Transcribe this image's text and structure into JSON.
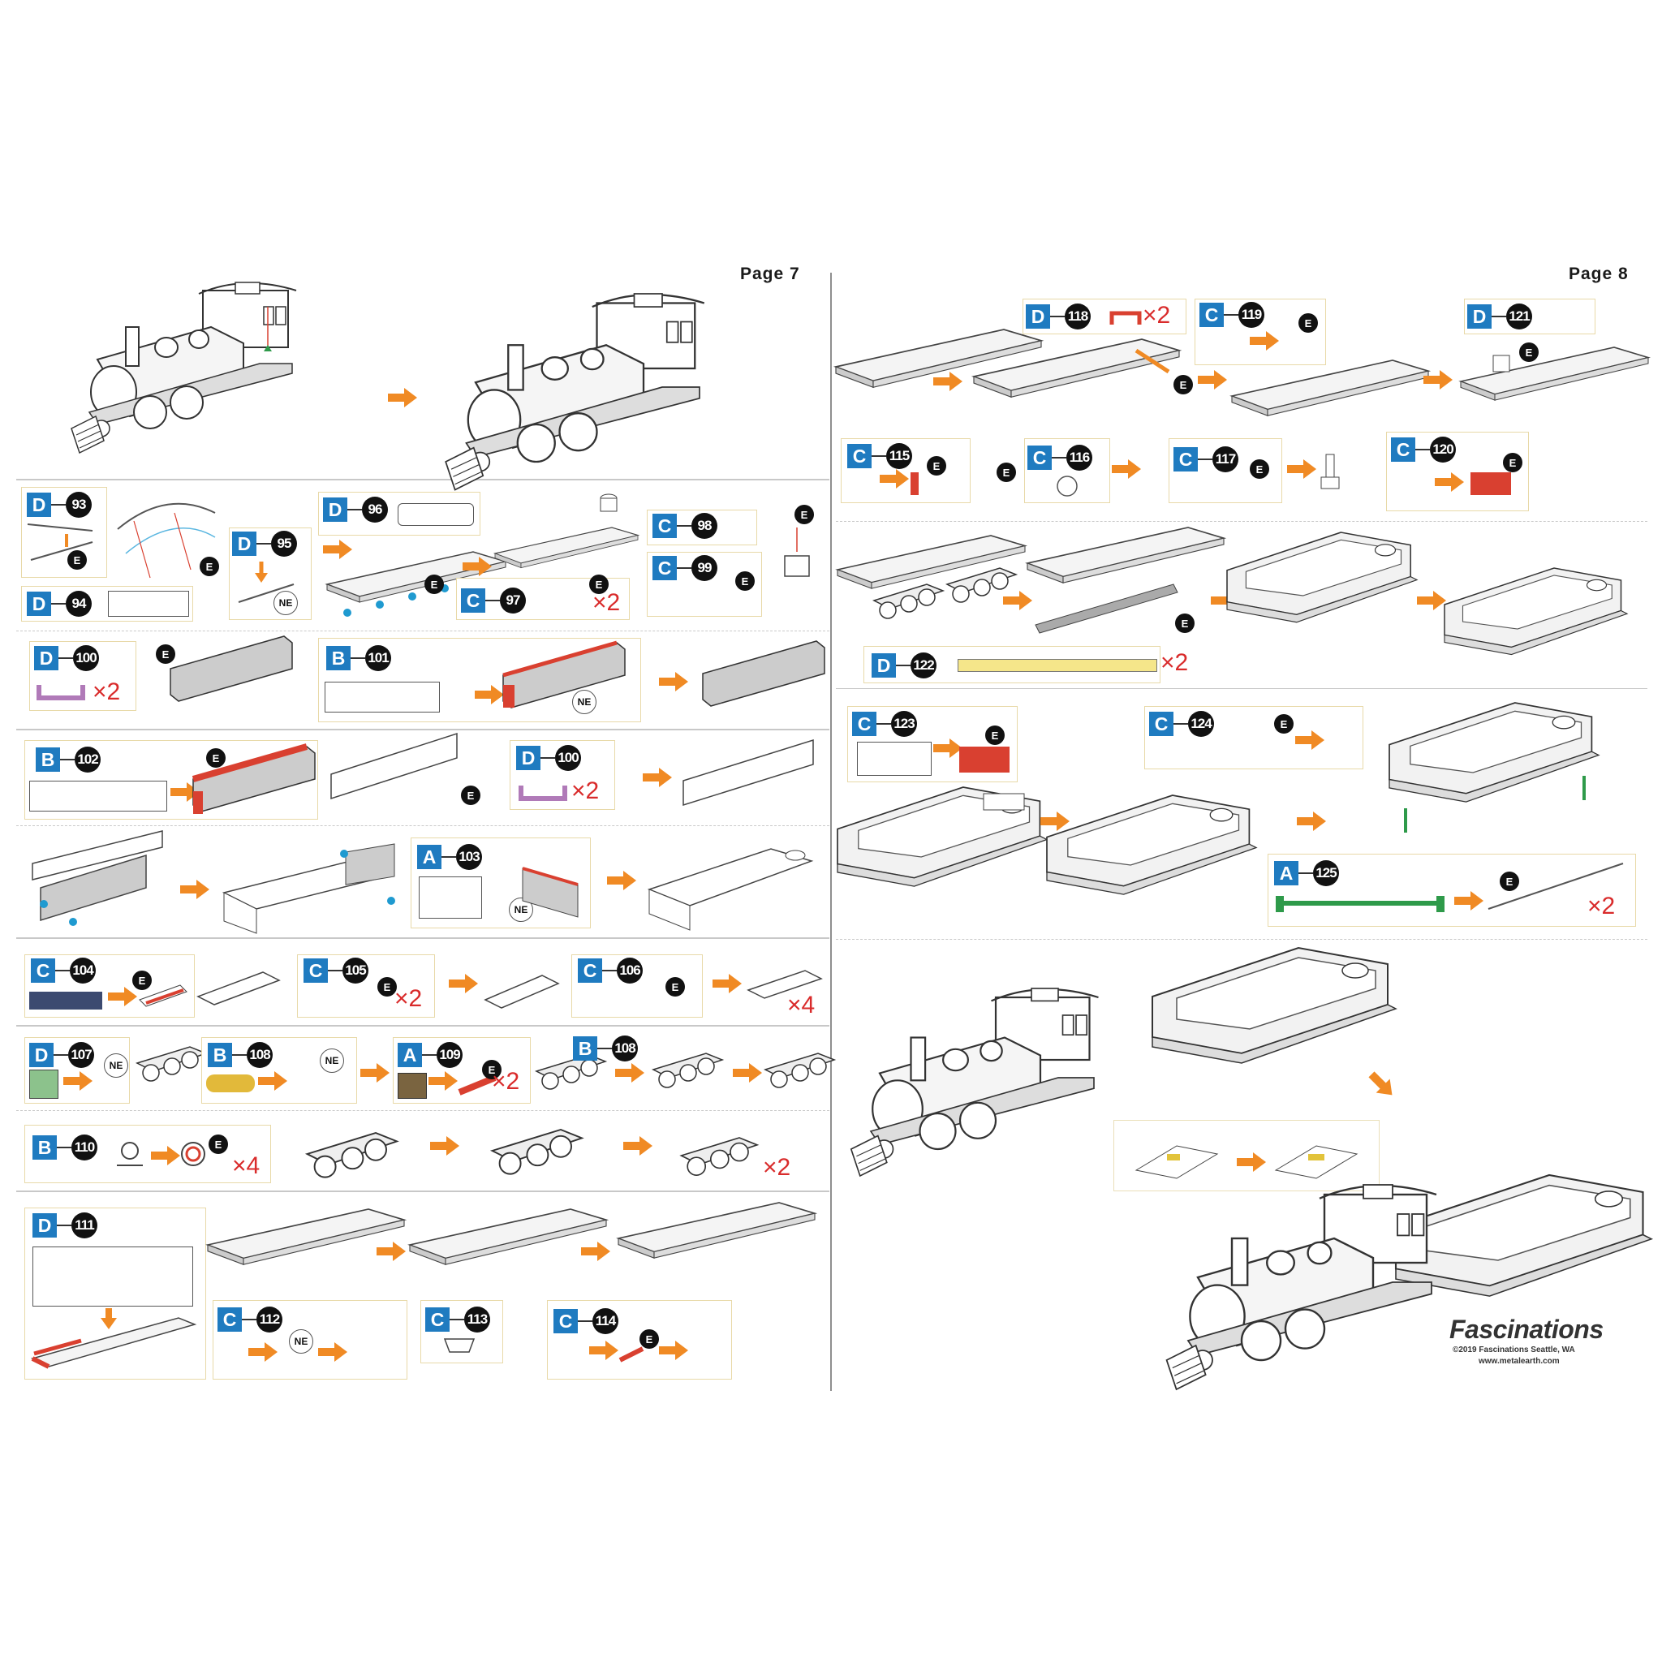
{
  "pages": {
    "left": "Page 7",
    "right": "Page 8"
  },
  "labels": {
    "E": "E",
    "NE": "NE"
  },
  "multipliers": {
    "x2": "×2",
    "x4": "×4"
  },
  "watermark": "FASCINATIONS",
  "steps": {
    "s93": {
      "sheet": "D",
      "num": "93"
    },
    "s94": {
      "sheet": "D",
      "num": "94"
    },
    "s95": {
      "sheet": "D",
      "num": "95"
    },
    "s96": {
      "sheet": "D",
      "num": "96"
    },
    "s97": {
      "sheet": "C",
      "num": "97"
    },
    "s98": {
      "sheet": "C",
      "num": "98"
    },
    "s99": {
      "sheet": "C",
      "num": "99"
    },
    "s100a": {
      "sheet": "D",
      "num": "100"
    },
    "s101": {
      "sheet": "B",
      "num": "101"
    },
    "s102": {
      "sheet": "B",
      "num": "102"
    },
    "s100b": {
      "sheet": "D",
      "num": "100"
    },
    "s103": {
      "sheet": "A",
      "num": "103"
    },
    "s104": {
      "sheet": "C",
      "num": "104"
    },
    "s105": {
      "sheet": "C",
      "num": "105"
    },
    "s106": {
      "sheet": "C",
      "num": "106"
    },
    "s107": {
      "sheet": "D",
      "num": "107"
    },
    "s108a": {
      "sheet": "B",
      "num": "108"
    },
    "s109": {
      "sheet": "A",
      "num": "109"
    },
    "s108b": {
      "sheet": "B",
      "num": "108"
    },
    "s110": {
      "sheet": "B",
      "num": "110"
    },
    "s111": {
      "sheet": "D",
      "num": "111"
    },
    "s112": {
      "sheet": "C",
      "num": "112"
    },
    "s113": {
      "sheet": "C",
      "num": "113"
    },
    "s114": {
      "sheet": "C",
      "num": "114"
    },
    "s118": {
      "sheet": "D",
      "num": "118"
    },
    "s119": {
      "sheet": "C",
      "num": "119"
    },
    "s121": {
      "sheet": "D",
      "num": "121"
    },
    "s115": {
      "sheet": "C",
      "num": "115"
    },
    "s116": {
      "sheet": "C",
      "num": "116"
    },
    "s117": {
      "sheet": "C",
      "num": "117"
    },
    "s120": {
      "sheet": "C",
      "num": "120"
    },
    "s122": {
      "sheet": "D",
      "num": "122"
    },
    "s123": {
      "sheet": "C",
      "num": "123"
    },
    "s124": {
      "sheet": "C",
      "num": "124"
    },
    "s125": {
      "sheet": "A",
      "num": "125"
    }
  },
  "brand": {
    "name": "Fascinations",
    "copyright": "©2019 Fascinations Seattle, WA",
    "url": "www.metalearth.com"
  },
  "colors": {
    "sheet_tag": "#1f7bc0",
    "arrow": "#f08a24",
    "multiplier": "#d92b2b",
    "step_border": "#e8d9a8",
    "highlight_red": "#d94030",
    "highlight_green": "#2e9a4a",
    "highlight_yellow": "#f5e68a",
    "highlight_purple": "#b07ab8"
  }
}
